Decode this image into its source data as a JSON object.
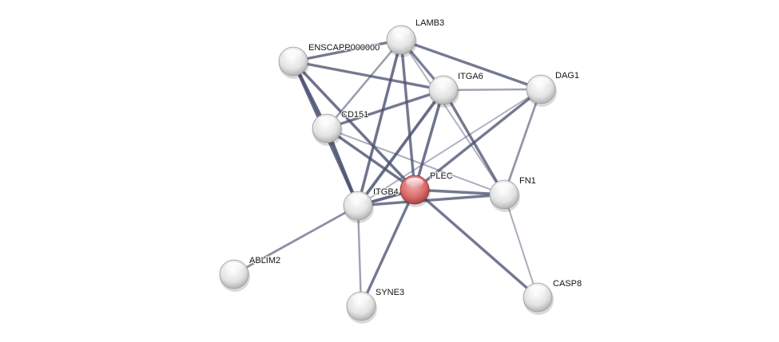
{
  "network": {
    "colors": {
      "edge": "#4a5170",
      "node": "#e6e6e6",
      "query_node": "#d96a6a"
    },
    "nodes": [
      {
        "id": "LAMB3",
        "label": "LAMB3",
        "query": false
      },
      {
        "id": "ENSCAPP000000",
        "label": "ENSCAPP000000",
        "query": false
      },
      {
        "id": "ITGA6",
        "label": "ITGA6",
        "query": false
      },
      {
        "id": "DAG1",
        "label": "DAG1",
        "query": false
      },
      {
        "id": "CD151",
        "label": "CD151",
        "query": false
      },
      {
        "id": "PLEC",
        "label": "PLEC",
        "query": true
      },
      {
        "id": "ITGB4",
        "label": "ITGB4",
        "query": false
      },
      {
        "id": "FN1",
        "label": "FN1",
        "query": false
      },
      {
        "id": "ABLIM2",
        "label": "ABLIM2",
        "query": false
      },
      {
        "id": "SYNE3",
        "label": "SYNE3",
        "query": false
      },
      {
        "id": "CASP8",
        "label": "CASP8",
        "query": false
      }
    ],
    "edges": [
      {
        "source": "ENSCAPP000000",
        "target": "LAMB3",
        "confidence": 0.8
      },
      {
        "source": "ENSCAPP000000",
        "target": "ITGA6",
        "confidence": 0.8
      },
      {
        "source": "ENSCAPP000000",
        "target": "CD151",
        "confidence": 0.95
      },
      {
        "source": "ENSCAPP000000",
        "target": "ITGB4",
        "confidence": 0.9
      },
      {
        "source": "ENSCAPP000000",
        "target": "PLEC",
        "confidence": 0.85
      },
      {
        "source": "LAMB3",
        "target": "DAG1",
        "confidence": 0.8
      },
      {
        "source": "LAMB3",
        "target": "ITGA6",
        "confidence": 0.75
      },
      {
        "source": "LAMB3",
        "target": "CD151",
        "confidence": 0.5
      },
      {
        "source": "LAMB3",
        "target": "ITGB4",
        "confidence": 0.85
      },
      {
        "source": "LAMB3",
        "target": "PLEC",
        "confidence": 0.8
      },
      {
        "source": "LAMB3",
        "target": "FN1",
        "confidence": 0.3
      },
      {
        "source": "ITGA6",
        "target": "DAG1",
        "confidence": 0.45
      },
      {
        "source": "ITGA6",
        "target": "CD151",
        "confidence": 0.8
      },
      {
        "source": "ITGA6",
        "target": "ITGB4",
        "confidence": 0.9
      },
      {
        "source": "ITGA6",
        "target": "PLEC",
        "confidence": 0.85
      },
      {
        "source": "ITGA6",
        "target": "FN1",
        "confidence": 0.8
      },
      {
        "source": "DAG1",
        "target": "ITGB4",
        "confidence": 0.3
      },
      {
        "source": "DAG1",
        "target": "PLEC",
        "confidence": 0.8
      },
      {
        "source": "DAG1",
        "target": "FN1",
        "confidence": 0.55
      },
      {
        "source": "CD151",
        "target": "ITGB4",
        "confidence": 0.95
      },
      {
        "source": "CD151",
        "target": "PLEC",
        "confidence": 0.85
      },
      {
        "source": "CD151",
        "target": "FN1",
        "confidence": 0.35
      },
      {
        "source": "PLEC",
        "target": "ITGB4",
        "confidence": 0.95
      },
      {
        "source": "PLEC",
        "target": "FN1",
        "confidence": 0.8
      },
      {
        "source": "PLEC",
        "target": "SYNE3",
        "confidence": 0.8
      },
      {
        "source": "PLEC",
        "target": "CASP8",
        "confidence": 0.8
      },
      {
        "source": "ITGB4",
        "target": "FN1",
        "confidence": 0.8
      },
      {
        "source": "ITGB4",
        "target": "ABLIM2",
        "confidence": 0.6
      },
      {
        "source": "ITGB4",
        "target": "SYNE3",
        "confidence": 0.45
      },
      {
        "source": "FN1",
        "target": "CASP8",
        "confidence": 0.35
      }
    ]
  }
}
